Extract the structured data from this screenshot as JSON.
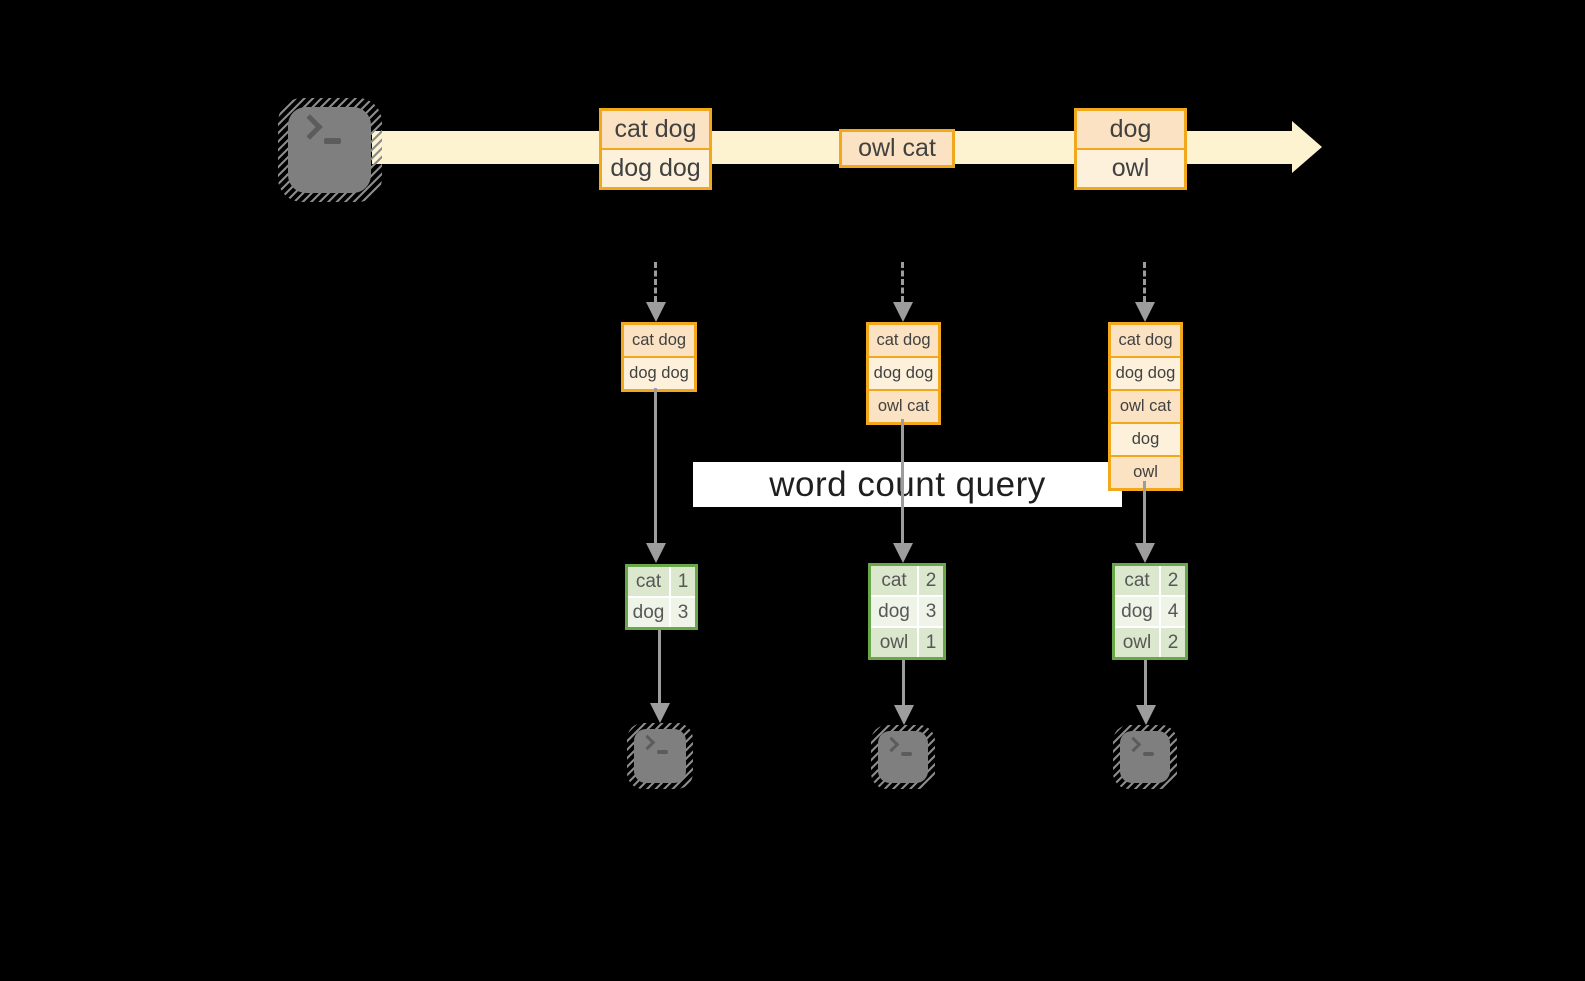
{
  "query_label": "word count query",
  "stream": {
    "batches": [
      {
        "lines": [
          "cat dog",
          "dog dog"
        ]
      },
      {
        "lines": [
          "owl cat"
        ]
      },
      {
        "lines": [
          "dog",
          "owl"
        ]
      }
    ]
  },
  "pipelines": [
    {
      "state": [
        "cat dog",
        "dog dog"
      ],
      "counts": [
        {
          "word": "cat",
          "count": "1"
        },
        {
          "word": "dog",
          "count": "3"
        }
      ]
    },
    {
      "state": [
        "cat dog",
        "dog dog",
        "owl cat"
      ],
      "counts": [
        {
          "word": "cat",
          "count": "2"
        },
        {
          "word": "dog",
          "count": "3"
        },
        {
          "word": "owl",
          "count": "1"
        }
      ]
    },
    {
      "state": [
        "cat dog",
        "dog dog",
        "owl cat",
        "dog",
        "owl"
      ],
      "counts": [
        {
          "word": "cat",
          "count": "2"
        },
        {
          "word": "dog",
          "count": "4"
        },
        {
          "word": "owl",
          "count": "2"
        }
      ]
    }
  ],
  "icons": {
    "source": "terminal-icon",
    "outputs": [
      "terminal-icon",
      "terminal-icon",
      "terminal-icon"
    ]
  },
  "colors": {
    "background": "#000000",
    "stream_band": "#fdf3d1",
    "box_border_orange": "#f2a81d",
    "box_fill_peach": "#fae2c2",
    "box_fill_cream": "#fdf1dc",
    "table_border_green": "#6aa74a",
    "table_cell_green_dark": "#dbe8cd",
    "table_cell_green_light": "#eef4e8",
    "arrow_gray": "#9d9d9d",
    "terminal_gray": "#7f7f7f",
    "query_band": "#ffffff"
  }
}
